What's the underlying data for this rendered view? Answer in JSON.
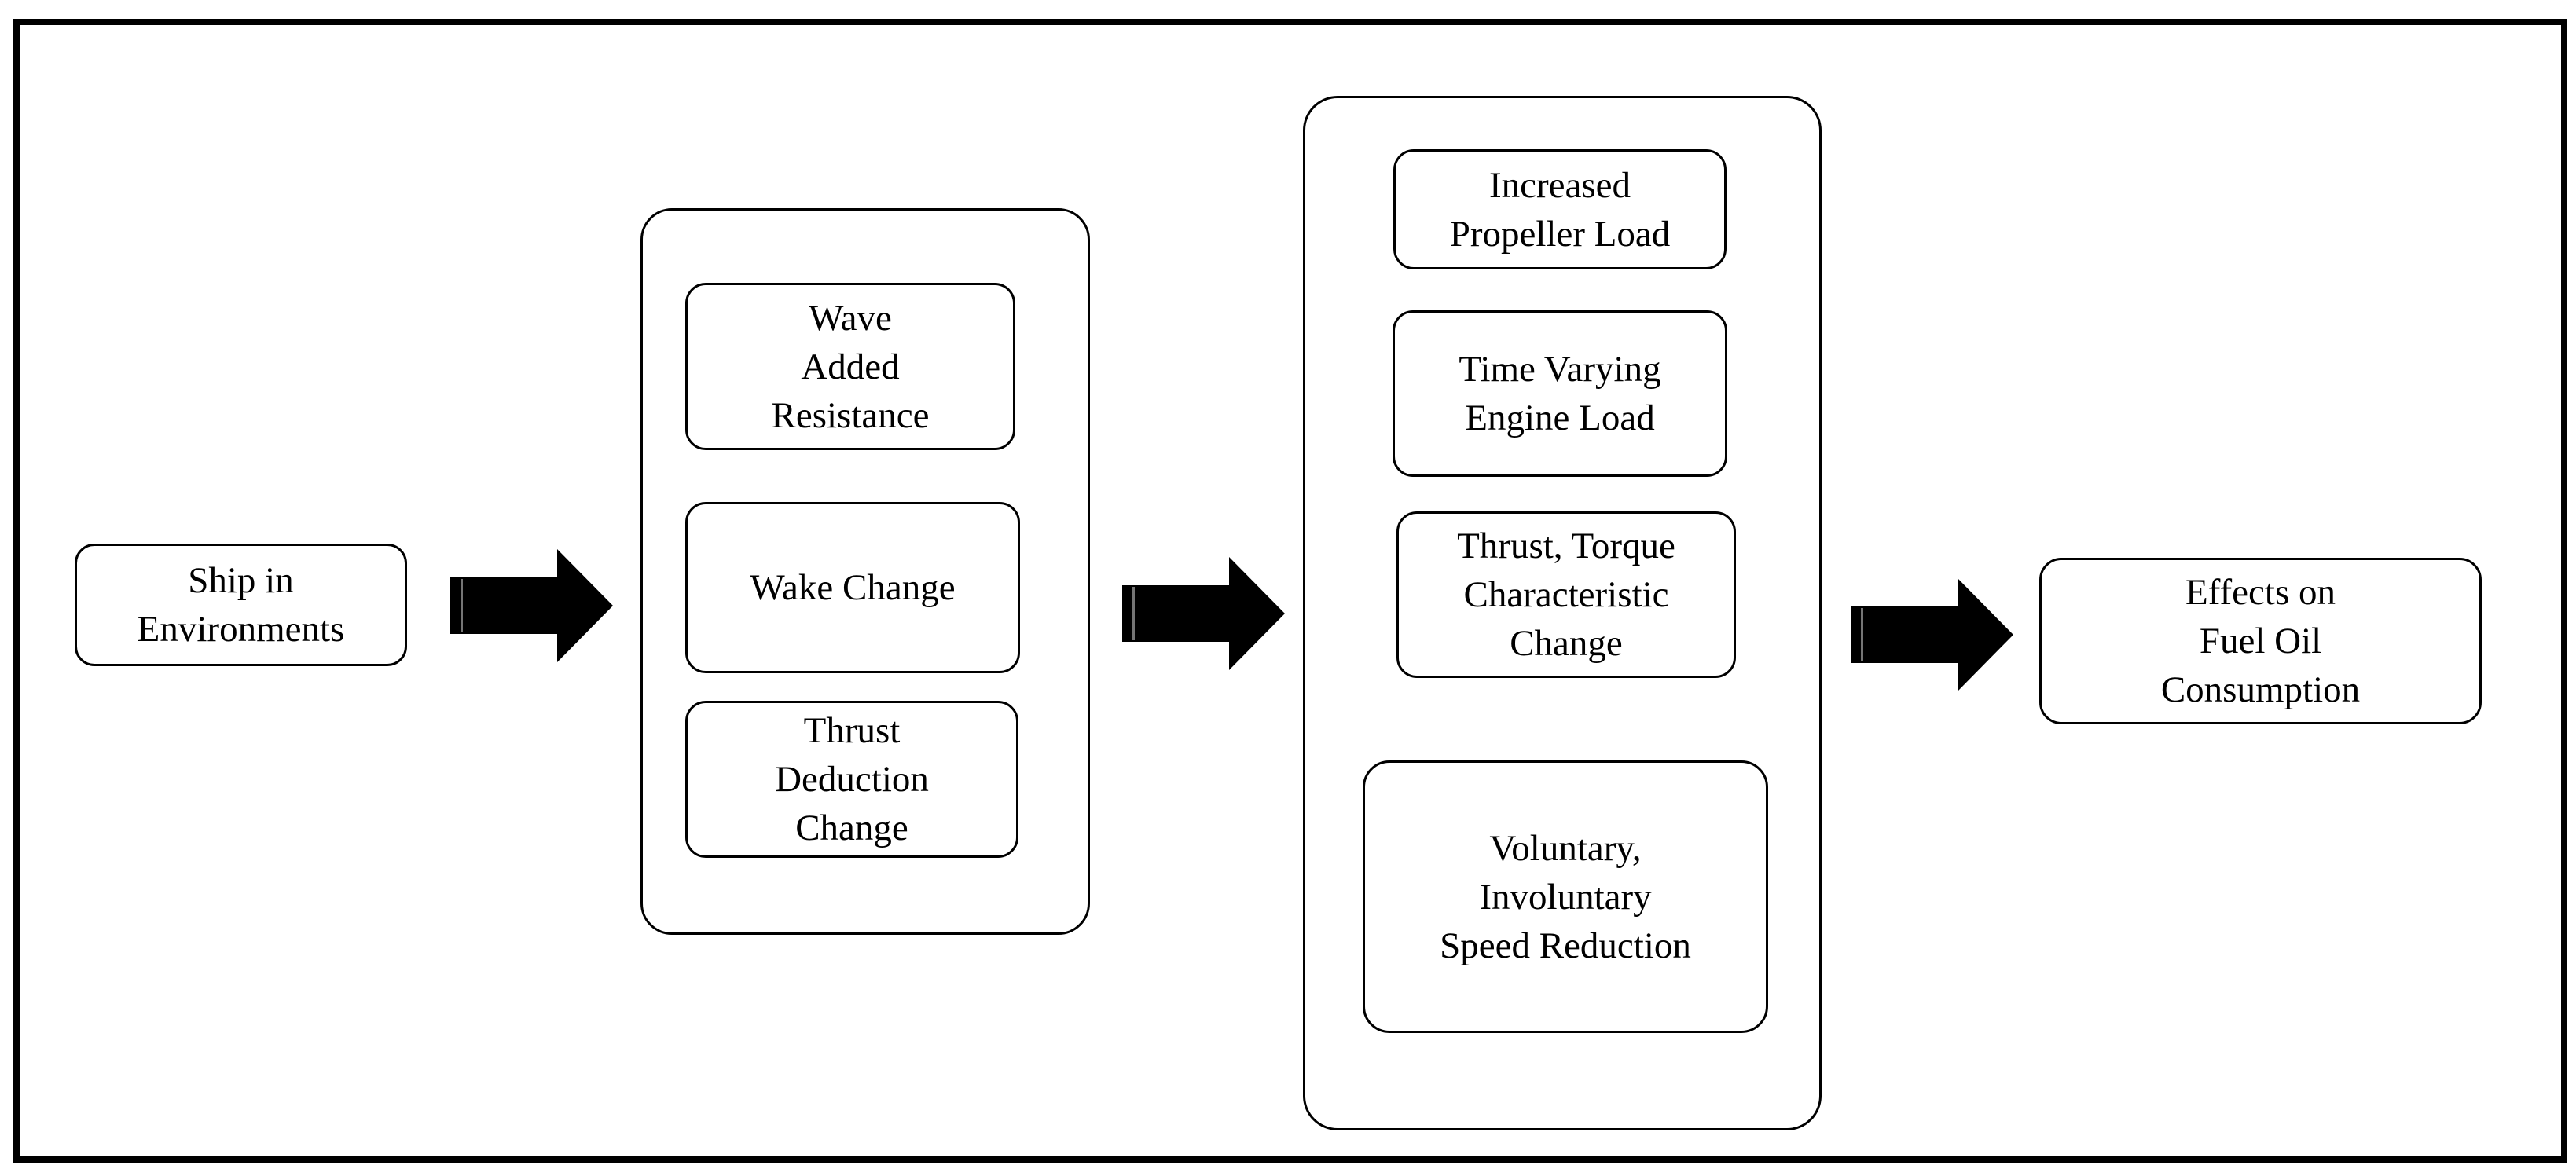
{
  "diagram": {
    "type": "flowchart",
    "flow_direction": "left-to-right",
    "colors": {
      "background": "#ffffff",
      "frame_border": "#000000",
      "node_border": "#000000",
      "arrow_fill": "#000000",
      "text": "#000000"
    },
    "nodes": {
      "ship": {
        "label": "Ship in\nEnvironments"
      },
      "wave_added_resistance": {
        "label": "Wave\nAdded\nResistance"
      },
      "wake_change": {
        "label": "Wake Change"
      },
      "thrust_deduction_change": {
        "label": "Thrust\nDeduction\nChange"
      },
      "increased_propeller_load": {
        "label": "Increased\nPropeller Load"
      },
      "time_varying_engine_load": {
        "label": "Time Varying\nEngine Load"
      },
      "thrust_torque_characteristic_change": {
        "label": "Thrust, Torque\nCharacteristic\nChange"
      },
      "voluntary_involuntary_speed_reduction": {
        "label": "Voluntary,\nInvoluntary\nSpeed Reduction"
      },
      "effects_on_fuel_oil_consumption": {
        "label": "Effects on\nFuel Oil\nConsumption"
      }
    },
    "groups": [
      {
        "id": "middle_group_1",
        "members": [
          "wave_added_resistance",
          "wake_change",
          "thrust_deduction_change"
        ]
      },
      {
        "id": "middle_group_2",
        "members": [
          "increased_propeller_load",
          "time_varying_engine_load",
          "thrust_torque_characteristic_change",
          "voluntary_involuntary_speed_reduction"
        ]
      }
    ],
    "edges": [
      {
        "from": "ship",
        "to": "middle_group_1"
      },
      {
        "from": "middle_group_1",
        "to": "middle_group_2"
      },
      {
        "from": "middle_group_2",
        "to": "effects_on_fuel_oil_consumption"
      }
    ]
  }
}
